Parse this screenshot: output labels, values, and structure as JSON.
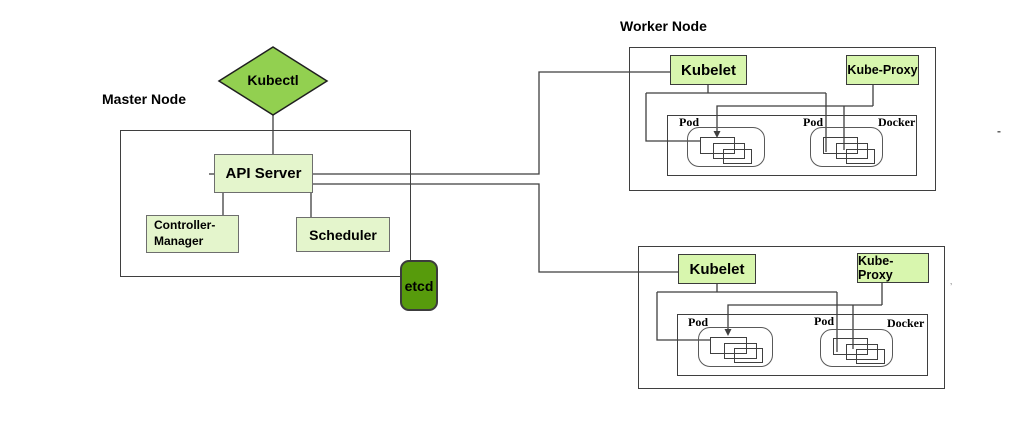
{
  "master": {
    "title": "Master Node",
    "kubectl_label": "Kubectl",
    "api_server_label": "API Server",
    "controller_manager": {
      "line1": "Controller-",
      "line2": "Manager"
    },
    "scheduler_label": "Scheduler",
    "etcd_label": "etcd"
  },
  "workers": [
    {
      "title": "Worker Node",
      "kubelet_label": "Kubelet",
      "kube_proxy_label": "Kube-Proxy",
      "docker_label": "Docker",
      "pod_labels": [
        "Pod",
        "Pod"
      ]
    },
    {
      "kubelet_label": "Kubelet",
      "kube_proxy_label": "Kube-Proxy",
      "docker_label": "Docker",
      "pod_labels": [
        "Pod",
        "Pod"
      ]
    }
  ],
  "artifacts": {
    "dash_mark": "-",
    "tick_mark": "’"
  },
  "colors": {
    "kubectl_diamond": "#92D050",
    "component_light_green": "#D8F6AE",
    "component_pale_green": "#E4F5CC",
    "etcd_dark_green": "#579B0C",
    "connector_line": "#3F3F3F"
  }
}
